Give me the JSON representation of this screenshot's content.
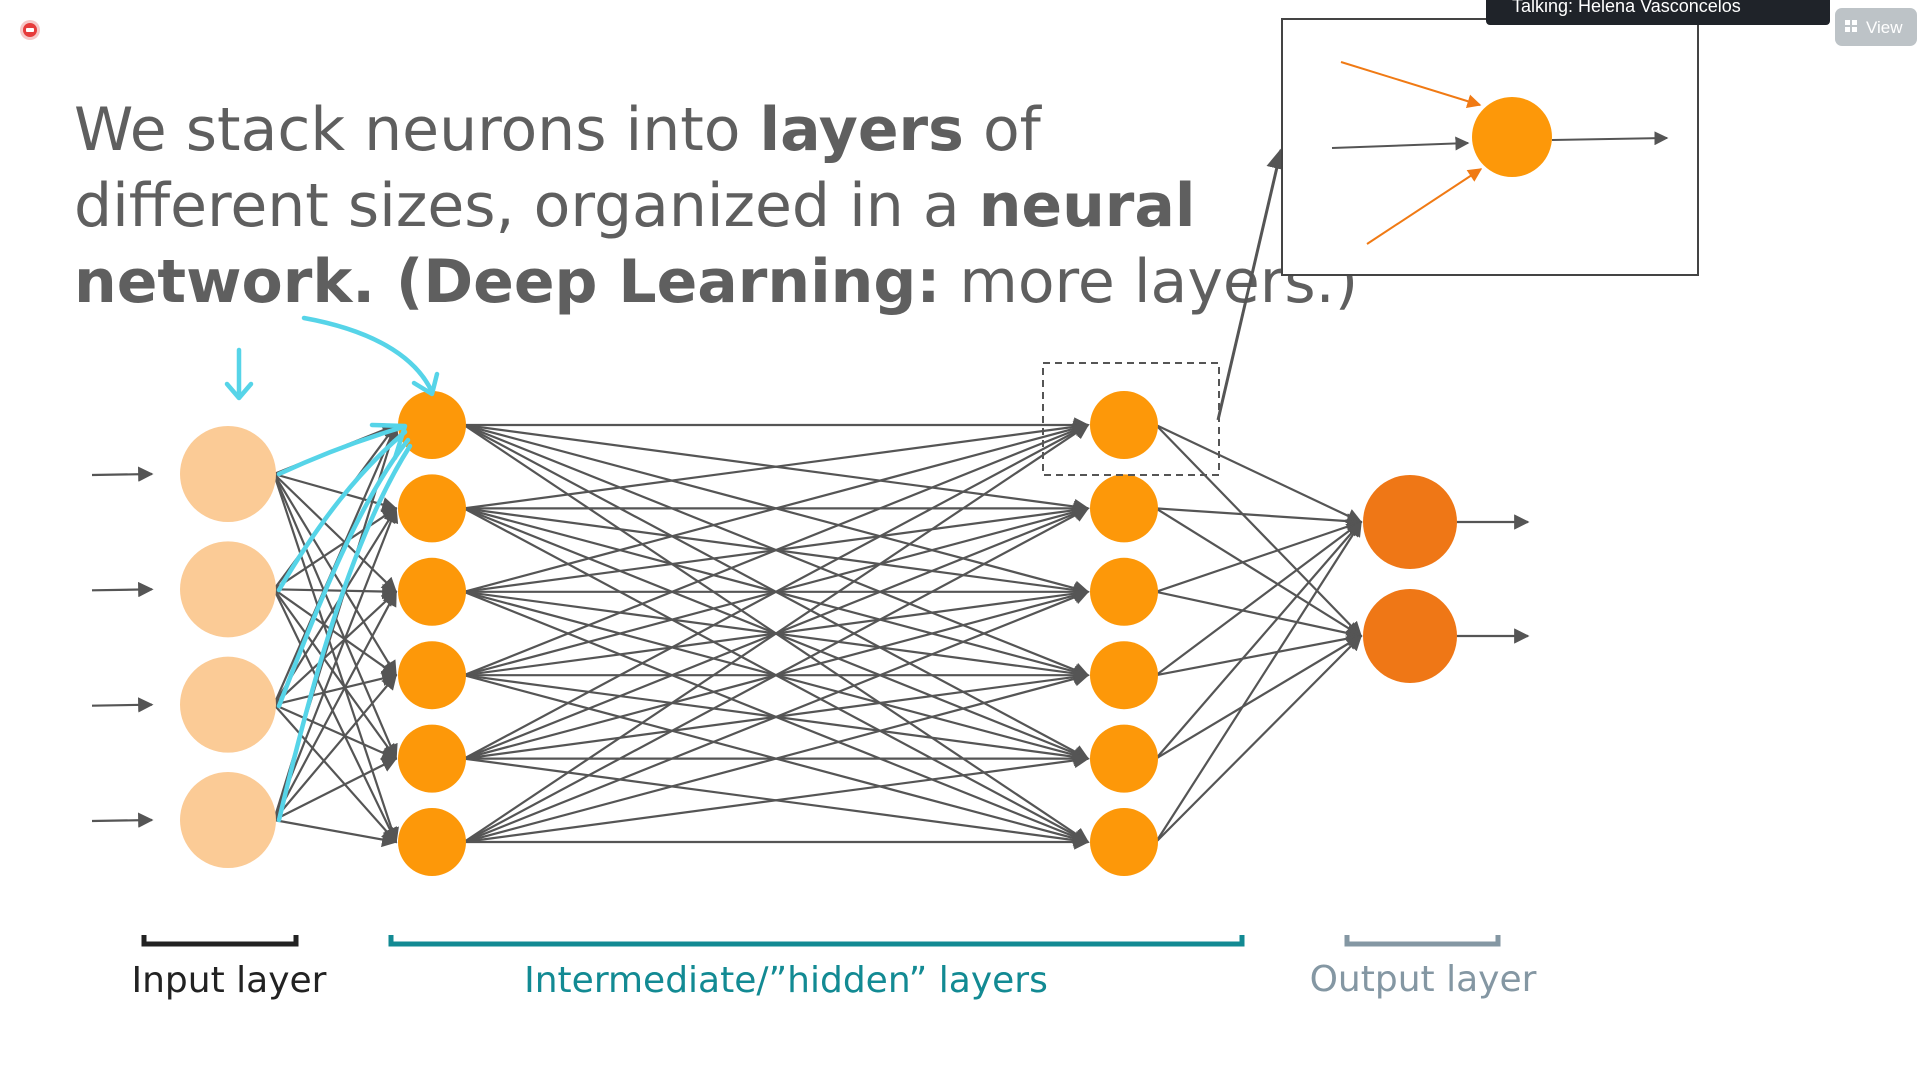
{
  "overlay": {
    "talking_label": "Talking: Helena Vasconcelos",
    "view_button_label": "View",
    "record_indicator_icon": "record-dot-icon",
    "view_icon": "grid-icon"
  },
  "slide": {
    "headline": {
      "line1": {
        "pre": "We stack neurons into ",
        "bold": "layers",
        "post": " of"
      },
      "line2": {
        "pre": "different sizes, organized in a ",
        "bold": "neural"
      },
      "line3": {
        "bold": "network. (Deep Learning:",
        "post": " more layers.)"
      }
    },
    "labels": {
      "input": "Input layer",
      "hidden": "Intermediate/”hidden” layers",
      "output": "Output layer"
    }
  },
  "network": {
    "layers": [
      {
        "name": "input",
        "neurons": 4
      },
      {
        "name": "hidden-1",
        "neurons": 6
      },
      {
        "name": "hidden-2",
        "neurons": 6
      },
      {
        "name": "output",
        "neurons": 2
      }
    ]
  },
  "colors": {
    "text": "#5f5f5f",
    "input_neuron": "#fbcb96",
    "hidden_neuron": "#fd9809",
    "output_neuron": "#ef7716",
    "edge": "#555555",
    "annotation": "#56d4e8",
    "hidden_bracket": "#128a93",
    "output_bracket": "#8497a3",
    "input_bracket": "#222222"
  }
}
